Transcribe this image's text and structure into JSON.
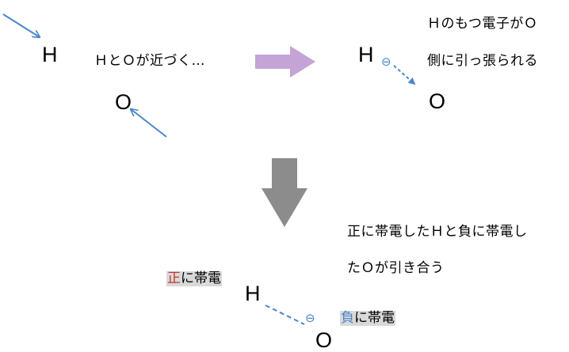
{
  "panel1": {
    "atom_h": "H",
    "atom_o": "O",
    "caption": "ＨとＯが近づく…"
  },
  "panel2": {
    "atom_h": "H",
    "atom_o": "O",
    "electron": "⊖",
    "caption_line1": "Ｈのもつ電子がＯ",
    "caption_line2": "側に引っ張られる"
  },
  "panel3": {
    "atom_h": "H",
    "atom_o": "O",
    "electron": "⊖",
    "caption_line1": "正に帯電したＨと負に帯電し",
    "caption_line2": "たＯが引き合う",
    "positive_label_char": "正",
    "positive_label_rest": "に帯電",
    "negative_label_char": "負",
    "negative_label_rest": "に帯電"
  },
  "colors": {
    "arrow_blue": "#4a86c8",
    "purple_arrow": "#c4a3d6",
    "gray_arrow": "#8c8c8c",
    "positive_red": "#c0392b",
    "negative_blue": "#4a86c8",
    "label_bg": "#d9d9d9"
  }
}
